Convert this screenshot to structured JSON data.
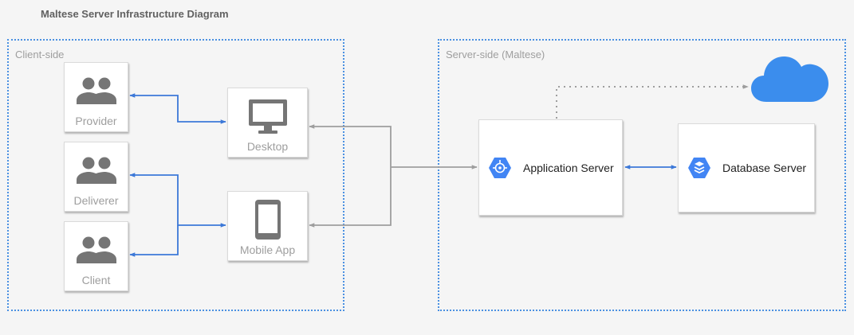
{
  "title": "Maltese Server Infrastructure Diagram",
  "groups": {
    "client": "Client-side",
    "server": "Server-side (Maltese)"
  },
  "actors": {
    "provider": "Provider",
    "deliverer": "Deliverer",
    "client": "Client"
  },
  "devices": {
    "desktop": "Desktop",
    "mobile": "Mobile App"
  },
  "servers": {
    "application": "Application Server",
    "database": "Database Server"
  },
  "colors": {
    "background": "#f5f5f5",
    "group_border": "#4a90e2",
    "blue_connector": "#3c78d8",
    "gray_connector": "#9e9e9e",
    "icon_gray": "#757575",
    "gcp_blue": "#4285f4",
    "cloud_blue": "#3b8ded"
  },
  "icons": {
    "actor": "people-icon",
    "desktop": "monitor-icon",
    "mobile": "smartphone-icon",
    "application": "gcp-app-engine-icon",
    "database": "gcp-datastore-icon",
    "cloud": "cloud-icon"
  }
}
